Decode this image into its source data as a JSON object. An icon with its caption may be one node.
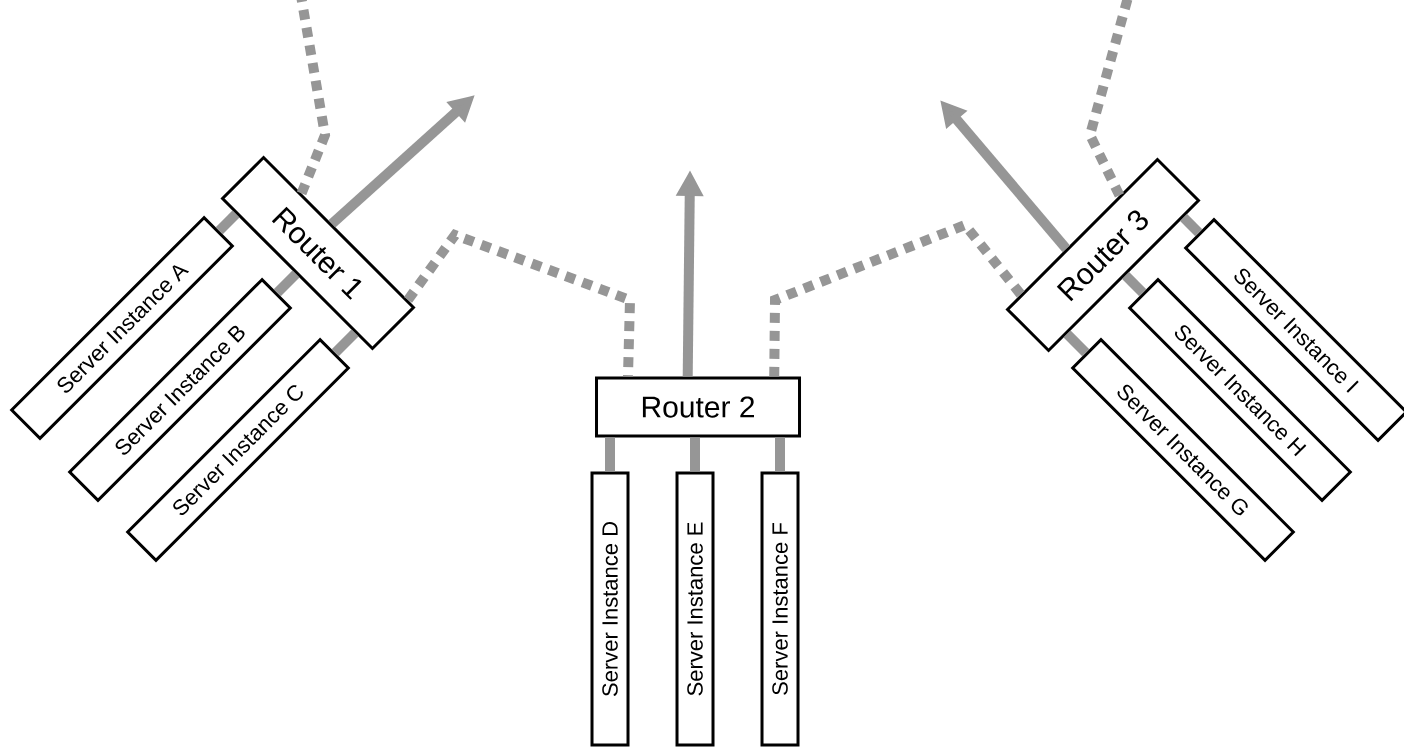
{
  "diagram": {
    "nodes": [
      {
        "text": [
          "Router 1"
        ]
      },
      {
        "text": [
          "Server Instance A"
        ]
      },
      {
        "text": [
          "Server Instance B"
        ]
      },
      {
        "text": [
          "Server Instance C"
        ]
      },
      {
        "text": [
          "Router 2"
        ]
      },
      {
        "text": [
          "Server Instance D"
        ]
      },
      {
        "text": [
          "Server Instance E"
        ]
      },
      {
        "text": [
          "Server Instance F"
        ]
      },
      {
        "text": [
          "Router 3"
        ]
      },
      {
        "text": [
          "Server Instance G"
        ]
      },
      {
        "text": [
          "Server Instance H"
        ]
      },
      {
        "text": [
          "Server Instance I"
        ]
      }
    ],
    "edges": [
      {
        "from": 1,
        "to": 0,
        "arrow": "none"
      },
      {
        "from": 2,
        "to": 0,
        "arrow": "none"
      },
      {
        "from": 3,
        "to": 0,
        "arrow": "none"
      },
      {
        "from": 5,
        "to": 4,
        "arrow": "none"
      },
      {
        "from": 6,
        "to": 4,
        "arrow": "none"
      },
      {
        "from": 7,
        "to": 4,
        "arrow": "none"
      },
      {
        "from": 9,
        "to": 8,
        "arrow": "none"
      },
      {
        "from": 10,
        "to": 8,
        "arrow": "none"
      },
      {
        "from": 11,
        "to": 8,
        "arrow": "none"
      },
      {
        "from": 0,
        "to": null,
        "arrow": "to"
      },
      {
        "from": 4,
        "to": null,
        "arrow": "to"
      },
      {
        "from": 8,
        "to": null,
        "arrow": "to"
      },
      {
        "from": 0,
        "to": null,
        "arrow": "none",
        "style": "dashed"
      },
      {
        "from": 0,
        "to": 4,
        "arrow": "none",
        "style": "dashed"
      },
      {
        "from": 8,
        "to": 4,
        "arrow": "none",
        "style": "dashed"
      },
      {
        "from": 8,
        "to": null,
        "arrow": "none",
        "style": "dashed"
      }
    ]
  }
}
